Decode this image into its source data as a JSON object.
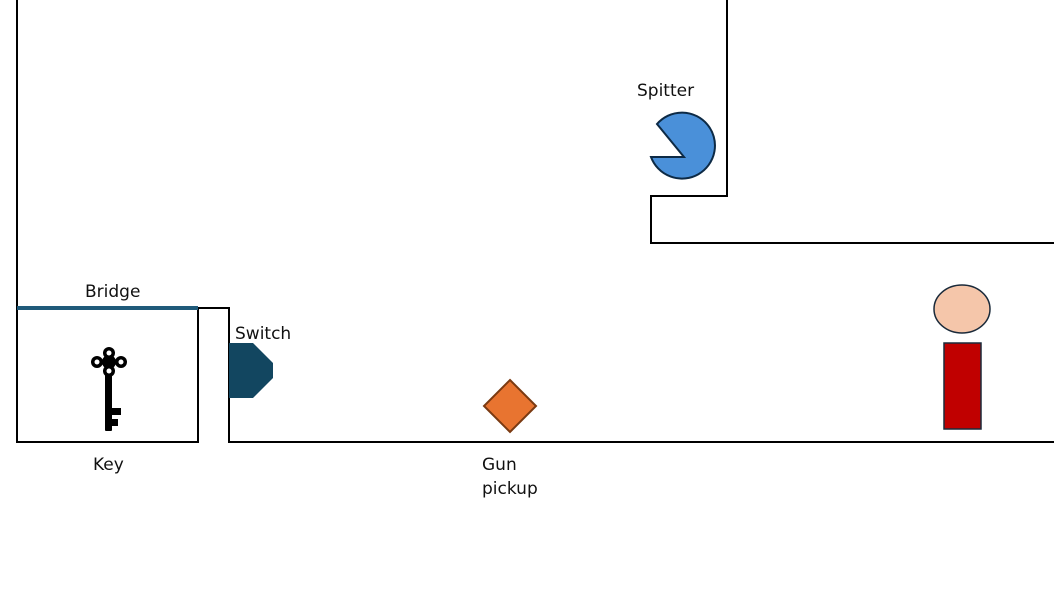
{
  "labels": {
    "spitter": "Spitter",
    "bridge": "Bridge",
    "switch": "Switch",
    "key": "Key",
    "gun_pickup_line1": "Gun",
    "gun_pickup_line2": "pickup"
  },
  "icons": {
    "key": "key-icon",
    "spitter": "spitter-enemy-icon",
    "switch": "switch-icon",
    "gun_pickup": "gun-pickup-icon",
    "player": "player-character"
  },
  "colors": {
    "wall": "#000000",
    "bridge": "#1f5a7a",
    "spitter_fill": "#4a90d9",
    "spitter_outline": "#0d2a45",
    "switch_fill": "#124660",
    "gun_pickup_fill": "#e87430",
    "gun_pickup_outline": "#7a3a12",
    "player_head": "#f5c6aa",
    "player_body": "#c00000",
    "player_outline": "#1a2a3a"
  }
}
